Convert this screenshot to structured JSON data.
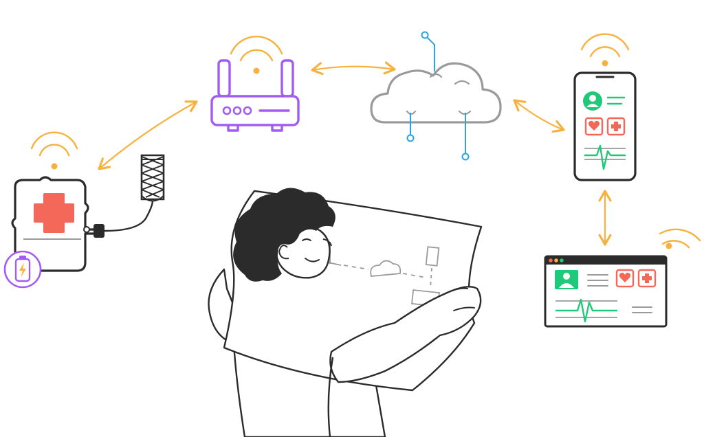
{
  "colors": {
    "wifi": "#F7B13C",
    "arrow": "#F7B13C",
    "router": "#A25CF0",
    "cloud": "#9A9A9A",
    "cloud_nodes": "#2AA4E0",
    "ink": "#2B2B2B",
    "medical_red": "#F4685A",
    "vitals_green": "#1FC97A",
    "battery": "#A25CF0",
    "window_dots": [
      "#F4685A",
      "#F7B13C",
      "#1FC97A"
    ]
  },
  "nodes": [
    {
      "id": "medical-device",
      "icon": "first-aid-cross-icon"
    },
    {
      "id": "stent",
      "icon": "stent-icon"
    },
    {
      "id": "battery",
      "icon": "battery-bolt-icon"
    },
    {
      "id": "router",
      "icon": "wifi-router-icon"
    },
    {
      "id": "cloud",
      "icon": "cloud-network-icon"
    },
    {
      "id": "smartphone",
      "icon": "health-app-phone-icon"
    },
    {
      "id": "monitor",
      "icon": "health-dashboard-window-icon"
    },
    {
      "id": "person",
      "icon": "person-holding-blueprint"
    }
  ],
  "connections": [
    {
      "from": "medical-device",
      "to": "router",
      "direction": "bidirectional"
    },
    {
      "from": "router",
      "to": "cloud",
      "direction": "bidirectional"
    },
    {
      "from": "cloud",
      "to": "smartphone",
      "direction": "bidirectional"
    },
    {
      "from": "smartphone",
      "to": "monitor",
      "direction": "bidirectional"
    }
  ]
}
